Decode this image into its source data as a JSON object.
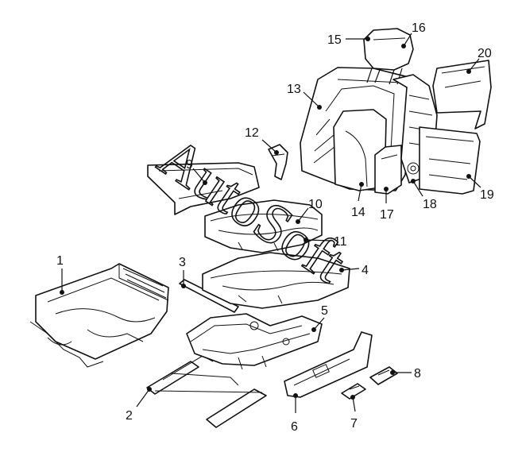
{
  "diagram": {
    "callouts": [
      {
        "id": "1",
        "label": "1"
      },
      {
        "id": "2",
        "label": "2"
      },
      {
        "id": "3",
        "label": "3"
      },
      {
        "id": "4",
        "label": "4"
      },
      {
        "id": "5",
        "label": "5"
      },
      {
        "id": "6",
        "label": "6"
      },
      {
        "id": "7",
        "label": "7"
      },
      {
        "id": "8",
        "label": "8"
      },
      {
        "id": "9",
        "label": "9"
      },
      {
        "id": "10",
        "label": "10"
      },
      {
        "id": "11",
        "label": "11"
      },
      {
        "id": "12",
        "label": "12"
      },
      {
        "id": "13",
        "label": "13"
      },
      {
        "id": "14",
        "label": "14"
      },
      {
        "id": "15",
        "label": "15"
      },
      {
        "id": "16",
        "label": "16"
      },
      {
        "id": "17",
        "label": "17"
      },
      {
        "id": "18",
        "label": "18"
      },
      {
        "id": "19",
        "label": "19"
      },
      {
        "id": "20",
        "label": "20"
      }
    ],
    "watermark": "AutoSoft",
    "colors": {
      "ink": "#111111",
      "background": "#ffffff"
    }
  }
}
